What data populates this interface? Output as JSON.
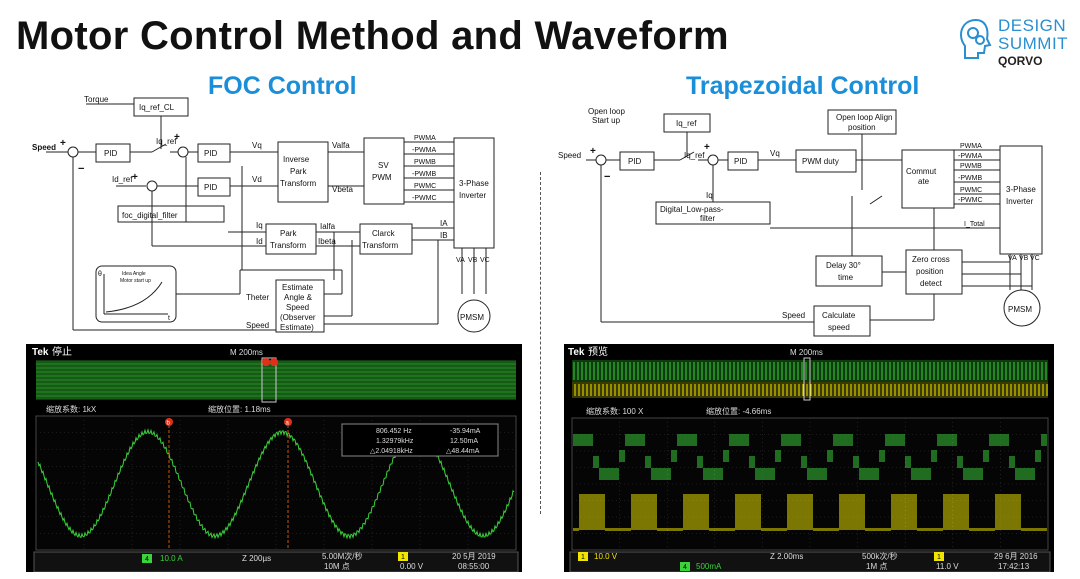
{
  "title": "Motor Control Method and Waveform",
  "logo": {
    "line1": "DESIGN",
    "line2": "SUMMIT",
    "line3": "QORVO",
    "brand_color": "#2a8fd0"
  },
  "foc": {
    "heading": "FOC Control",
    "labels": {
      "torque": "Torque",
      "iq_ref_cl": "Iq_ref_CL",
      "speed": "Speed",
      "pid": "PID",
      "iq_ref": "Iq_ref",
      "vq": "Vq",
      "id_ref": "Id_ref",
      "vd": "Vd",
      "foc_filter": "foc_digital_filter",
      "inverse_park_1": "Inverse",
      "inverse_park_2": "Park",
      "inverse_park_3": "Transform",
      "valfa": "Valfa",
      "vbeta": "Vbeta",
      "svpwm_1": "SV",
      "svpwm_2": "PWM",
      "pwma": "PWMA",
      "npwma": "-PWMA",
      "pwmb": "PWMB",
      "npwmb": "-PWMB",
      "pwmc": "PWMC",
      "npwmc": "-PWMC",
      "inverter_1": "3-Phase",
      "inverter_2": "Inverter",
      "iq": "Iq",
      "id": "Id",
      "park_1": "Park",
      "park_2": "Transform",
      "ialfa": "Ialfa",
      "ibeta": "Ibeta",
      "clarck_1": "Clarck",
      "clarck_2": "Transform",
      "ia": "IA",
      "ib": "IB",
      "va": "VA",
      "vb": "VB",
      "vc": "VC",
      "idea_1": "Idea Angle",
      "idea_2": "Motor start up",
      "theta_axis": "θ",
      "t_axis": "t",
      "theter": "Theter",
      "estimate_1": "Estimate",
      "estimate_2": "Angle &",
      "estimate_3": "Speed",
      "estimate_4": "(Observer",
      "estimate_5": "Estimate)",
      "speed_fb": "Speed",
      "pmsm": "PMSM",
      "plus": "+",
      "minus": "−"
    }
  },
  "trap": {
    "heading": "Trapezoidal Control",
    "labels": {
      "open_loop_1": "Open loop",
      "open_loop_2": "Start up",
      "iq_ref_box": "Iq_ref",
      "align_1": "Open loop Align",
      "align_2": "position",
      "speed": "Speed",
      "pid": "PID",
      "iq_ref": "Iq_ref",
      "vq": "Vq",
      "pwm_duty": "PWM duty",
      "commutate_1": "Commut",
      "commutate_2": "ate",
      "pwma": "PWMA",
      "npwma": "-PWMA",
      "pwmb": "PWMB",
      "npwmb": "-PWMB",
      "pwmc": "PWMC",
      "npwmc": "-PWMC",
      "inverter_1": "3-Phase",
      "inverter_2": "Inverter",
      "iq": "Iq",
      "lpf_1": "Digital_Low-pass-",
      "lpf_2": "filter",
      "i_total": "I_Total",
      "delay_1": "Delay 30°",
      "delay_2": "time",
      "zero_1": "Zero cross",
      "zero_2": "position",
      "zero_3": "detect",
      "va": "VA",
      "vb": "VB",
      "vc": "VC",
      "speed_fb": "Speed",
      "calc_1": "Calculate",
      "calc_2": "speed",
      "pmsm": "PMSM",
      "plus": "+",
      "minus": "−"
    }
  },
  "scope_left": {
    "brand": "Tek",
    "state": "停止",
    "timebase": "M 200ms",
    "zoom_factor": "缩放系数: 1kX",
    "zoom_position": "缩放位置: 1.18ms",
    "cursor_a": "a",
    "cursor_b": "b",
    "readout_a_freq": "806.452 Hz",
    "readout_a_val": "-35.94mA",
    "readout_b_freq": "1.32979kHz",
    "readout_b_val": "12.50mA",
    "readout_d_freq": "△2.04918kHz",
    "readout_d_val": "△48.44mA",
    "ch_label": "4",
    "ch_scale": "10.0 A",
    "zoom_time": "Z 200µs",
    "sample_rate": "5.00M次/秒",
    "record": "10M 点",
    "trig_ch": "1",
    "trig_level": "0.00 V",
    "date": "20 5月 2019",
    "time": "08:55:00",
    "colors": {
      "trace": "#3bd23b",
      "accent": "#ff6a00"
    }
  },
  "scope_right": {
    "brand": "Tek",
    "state": "预览",
    "timebase": "M 200ms",
    "zoom_factor": "缩放系数: 100 X",
    "zoom_position": "缩放位置: -4.66ms",
    "ch1_label": "1",
    "ch1_scale": "10.0 V",
    "ch4_label": "4",
    "ch4_scale": "500mA",
    "zoom_time": "Z 2.00ms",
    "sample_rate": "500k次/秒",
    "record": "1M 点",
    "trig_ch": "1",
    "trig_level": "11.0 V",
    "date": "29 6月 2016",
    "time": "17:42:13",
    "colors": {
      "trace_green": "#3bd23b",
      "trace_yellow": "#f2e600"
    }
  }
}
